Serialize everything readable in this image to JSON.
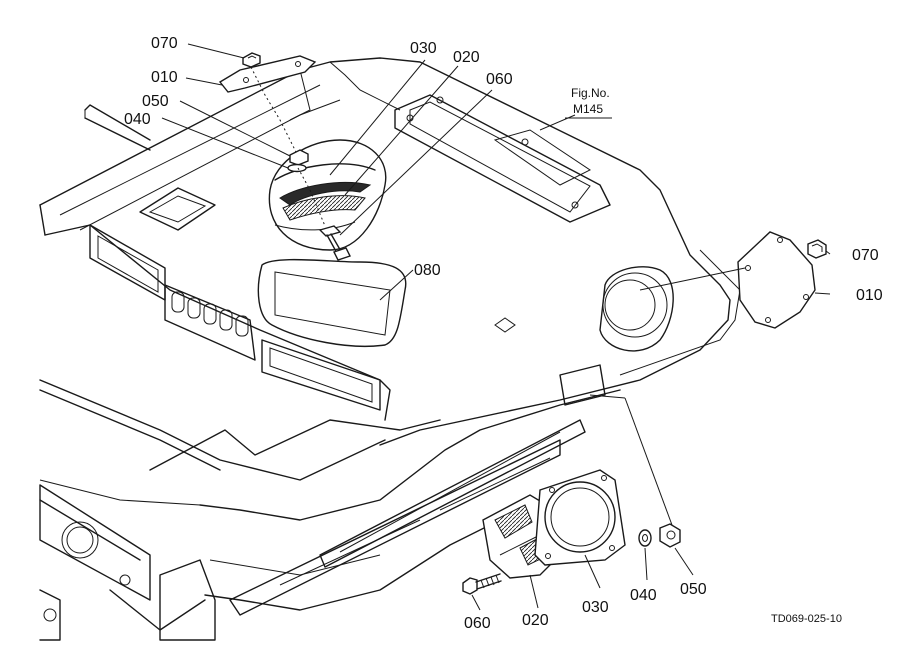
{
  "diagram": {
    "figure_ref": {
      "title": "Fig.No.",
      "number": "M145"
    },
    "drawing_code": "TD069-025-10",
    "callouts": {
      "top_070": "070",
      "top_010": "010",
      "top_050": "050",
      "top_040": "040",
      "top_030": "030",
      "top_020": "020",
      "top_060": "060",
      "center_080": "080",
      "right_070": "070",
      "right_010": "010",
      "bottom_060": "060",
      "bottom_020": "020",
      "bottom_030": "030",
      "bottom_040": "040",
      "bottom_050": "050"
    }
  }
}
